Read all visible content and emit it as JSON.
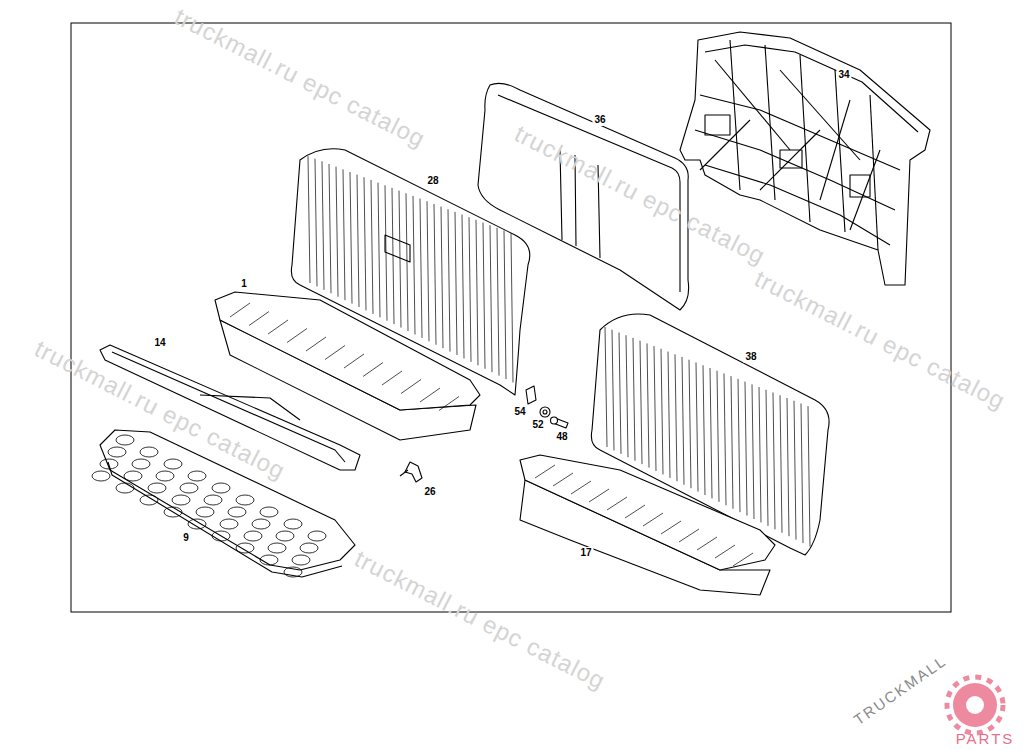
{
  "diagram": {
    "labels": [
      "34",
      "36",
      "28",
      "1",
      "14",
      "38",
      "54",
      "52",
      "48",
      "26",
      "9",
      "17",
      "truckmall.ru epc catalog",
      "truckmall.ru epc catalog",
      "truckmall.ru epc catalog",
      "truckmall.ru epc catalog",
      "truckmall.ru epc catalog",
      "TRUCKMALL",
      "PARTS"
    ]
  }
}
